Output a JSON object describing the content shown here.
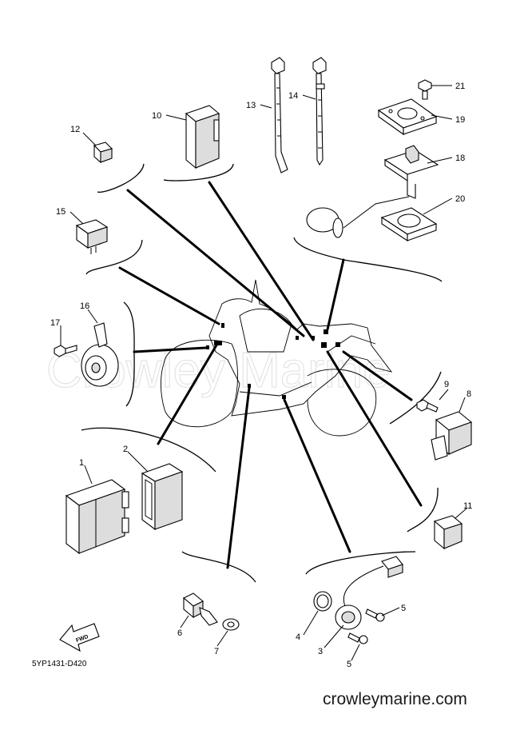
{
  "diagram": {
    "watermark": "Crowley Marine",
    "drawing_code": "5YP1431-D420",
    "site_credit": "crowleymarine.com",
    "fwd_label": "FWD",
    "callouts": {
      "c1": "1",
      "c2": "2",
      "c3": "3",
      "c4": "4",
      "c5a": "5",
      "c5b": "5",
      "c6": "6",
      "c7": "7",
      "c8": "8",
      "c9": "9",
      "c10": "10",
      "c11": "11",
      "c12": "12",
      "c13": "13",
      "c14": "14",
      "c15": "15",
      "c16": "16",
      "c17": "17",
      "c18": "18",
      "c19": "19",
      "c20": "20",
      "c21": "21"
    }
  }
}
